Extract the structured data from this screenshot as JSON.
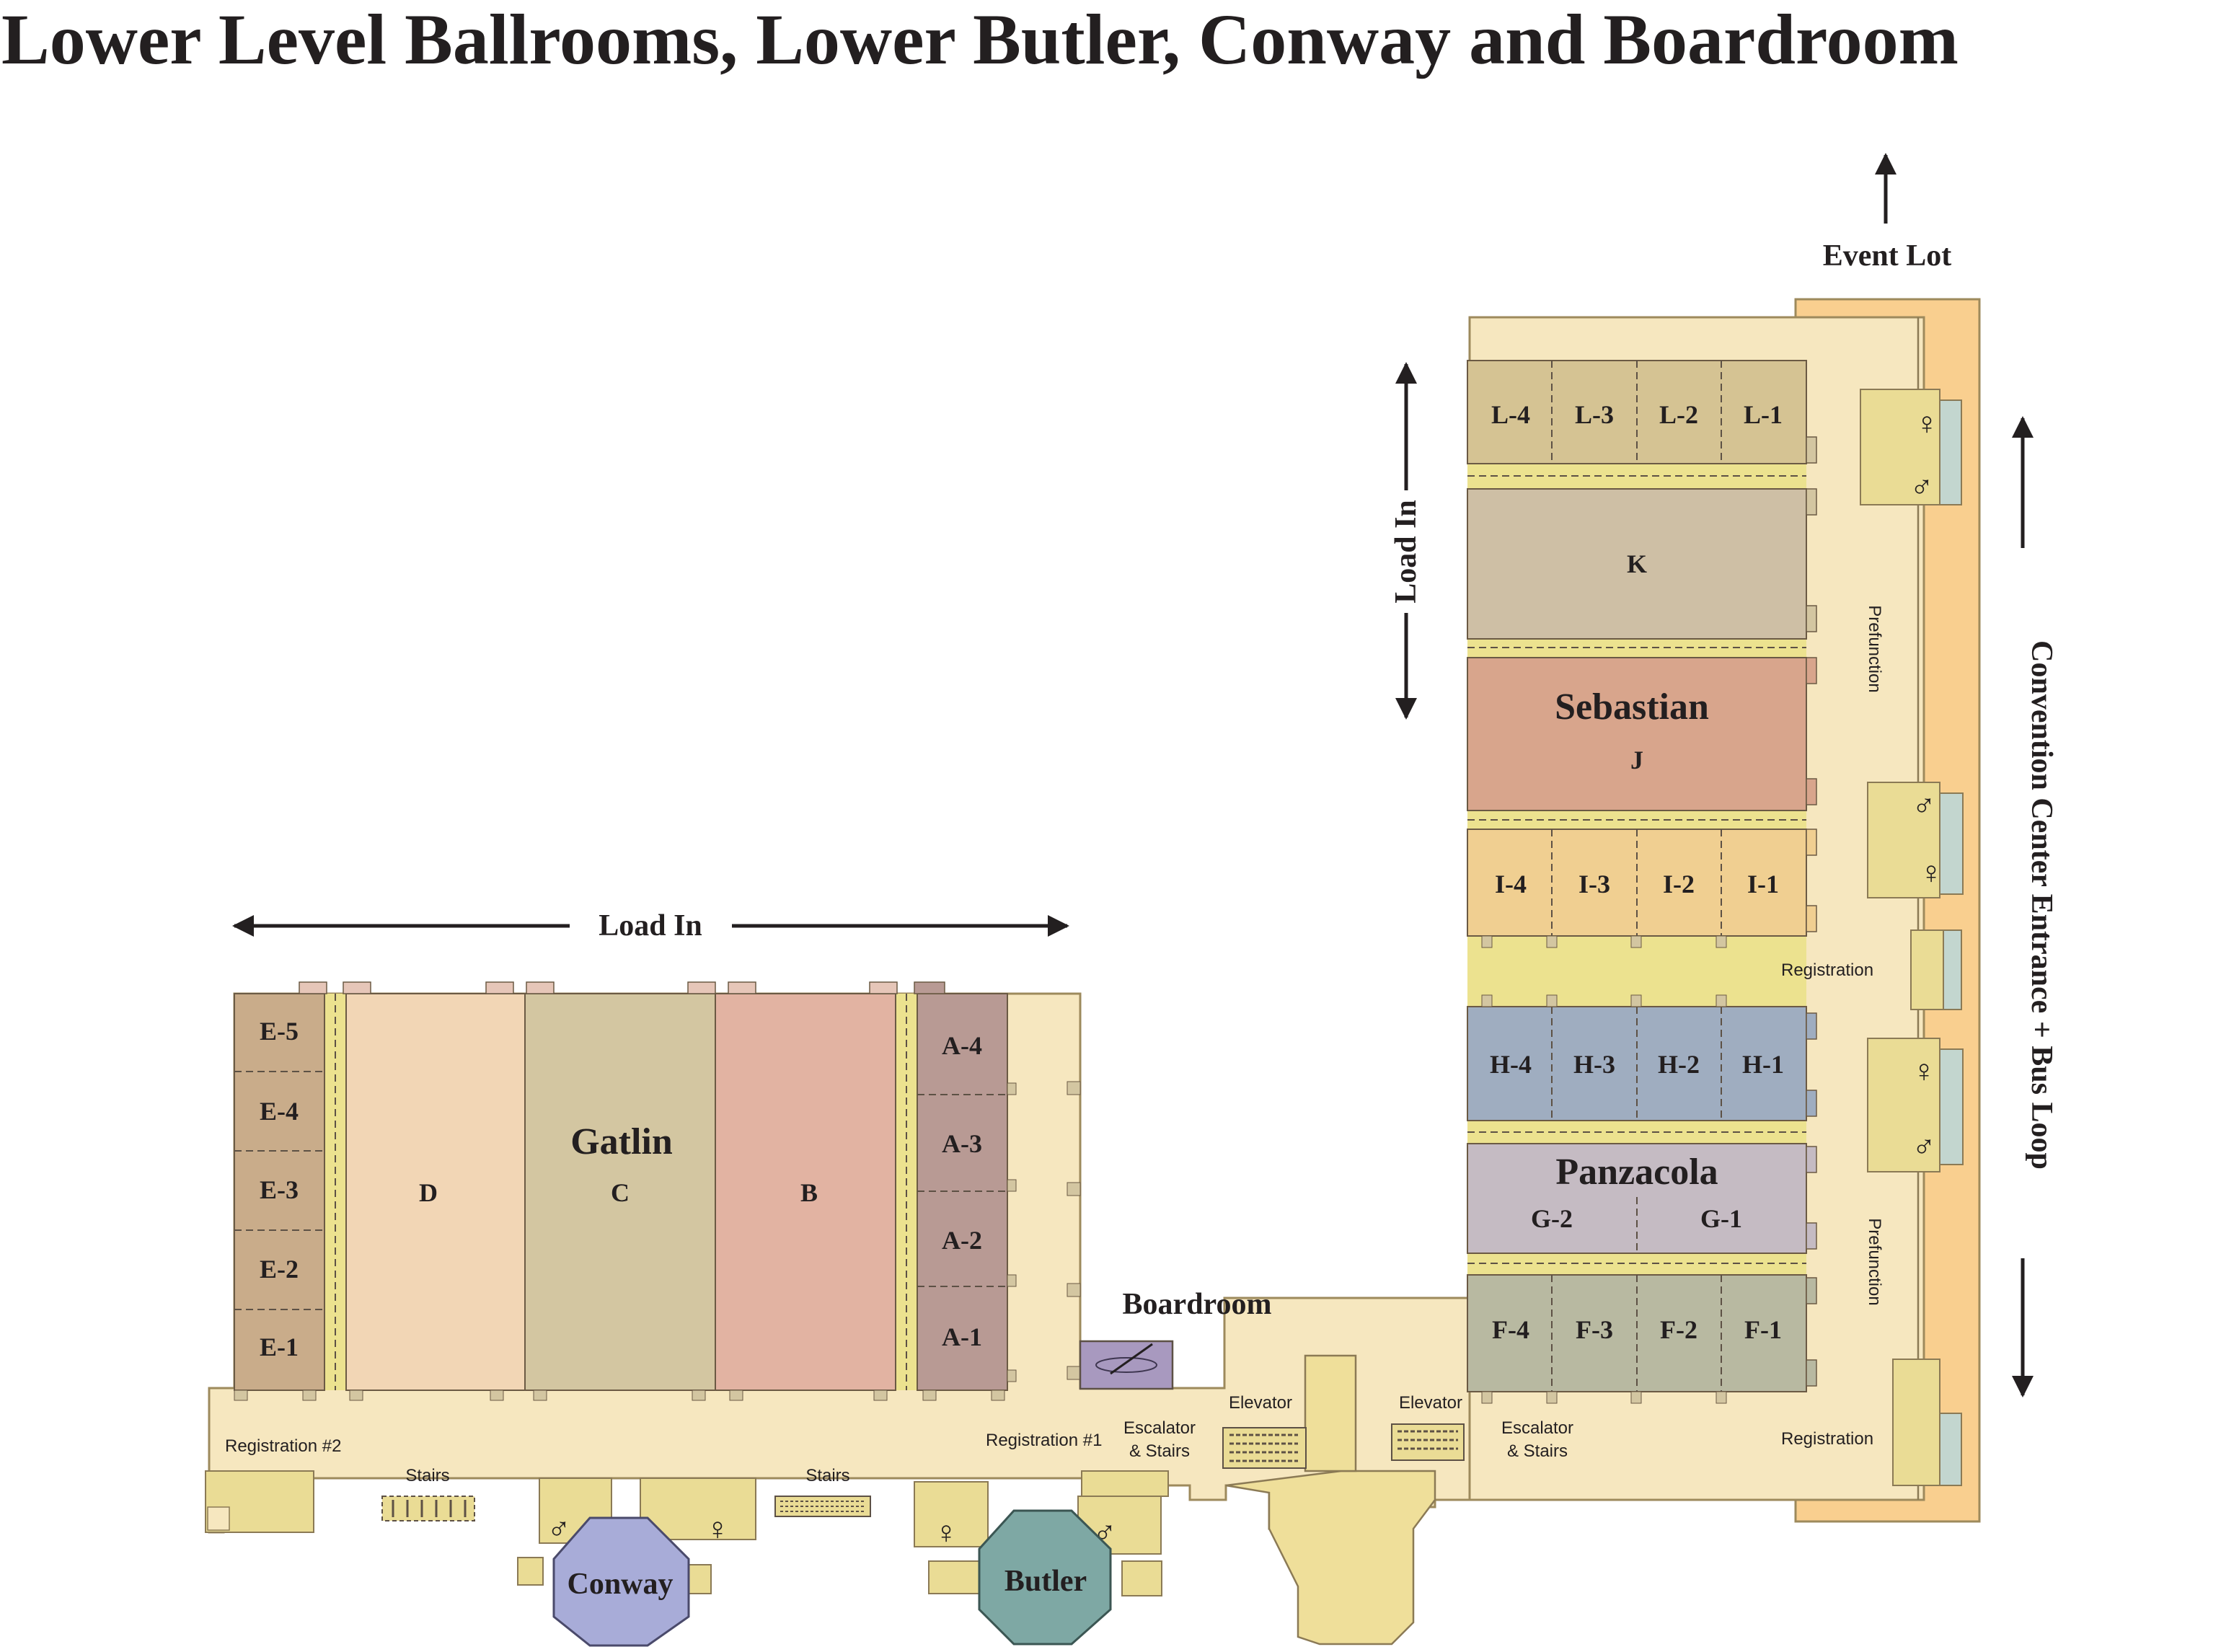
{
  "title": "Lower Level Ballrooms, Lower Butler, Conway and Boardroom",
  "directions": {
    "load_in_horizontal": "Load In",
    "load_in_vertical": "Load In",
    "event_lot": "Event Lot",
    "convention_entrance": "Convention Center Entrance + Bus Loop"
  },
  "gatlin": {
    "name": "Gatlin",
    "rooms": [
      "E-5",
      "E-4",
      "E-3",
      "E-2",
      "E-1",
      "D",
      "C",
      "B",
      "A-4",
      "A-3",
      "A-2",
      "A-1"
    ]
  },
  "l_rooms": [
    "L-4",
    "L-3",
    "L-2",
    "L-1"
  ],
  "k_room": "K",
  "sebastian": {
    "name": "Sebastian",
    "room": "J"
  },
  "i_rooms": [
    "I-4",
    "I-3",
    "I-2",
    "I-1"
  ],
  "h_rooms": [
    "H-4",
    "H-3",
    "H-2",
    "H-1"
  ],
  "panzacola": {
    "name": "Panzacola",
    "rooms": [
      "G-2",
      "G-1"
    ]
  },
  "f_rooms": [
    "F-4",
    "F-3",
    "F-2",
    "F-1"
  ],
  "boardroom": "Boardroom",
  "conway": "Conway",
  "butler": "Butler",
  "labels": {
    "registration_1": "Registration #1",
    "registration_2": "Registration #2",
    "registration_a": "Registration",
    "registration_b": "Registration",
    "stairs_left": "Stairs",
    "stairs_right": "Stairs",
    "elevator_left": "Elevator",
    "elevator_right": "Elevator",
    "escalator_left_1": "Escalator",
    "escalator_left_2": "& Stairs",
    "escalator_right_1": "Escalator",
    "escalator_right_2": "& Stairs",
    "prefunction_top": "Prefunction",
    "prefunction_bottom": "Prefunction"
  },
  "colors": {
    "corridor": "#f6e7bf",
    "corridor_stroke": "#9d8a5c",
    "gap_strip": "#ece28f",
    "room_e": "#c9ac8a",
    "room_d": "#f2d6b5",
    "room_c": "#d3c6a1",
    "room_b": "#e2b3a2",
    "room_a": "#b89a94",
    "room_l": "#d5c393",
    "room_k": "#cebfa5",
    "room_j": "#d8a58c",
    "room_i": "#f0cf91",
    "room_h": "#9fadc0",
    "room_g": "#c5bbc3",
    "room_f": "#b8b9a1",
    "entrance_band": "#f9cf8f",
    "conway": "#a8acd8",
    "butler": "#7ea8a4",
    "boardroom": "#a899bf",
    "restroom": "#eadc95",
    "glass": "#c3d6cf"
  }
}
